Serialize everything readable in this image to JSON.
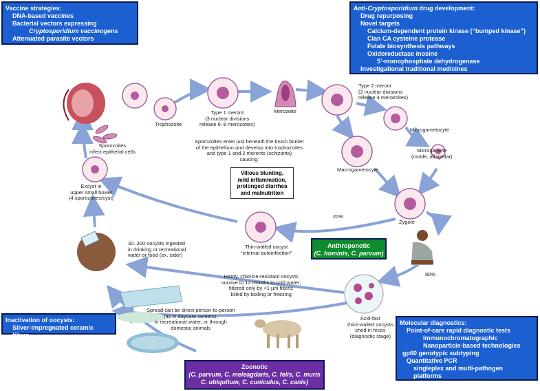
{
  "vaccine_box": {
    "title": "Vaccine strategies:",
    "items": [
      "DNA-based vaccines",
      "Bacterial vectors expressing",
      "Cryptosporidium vaccinogens",
      "Attenuated parasite vectors"
    ]
  },
  "drug_box": {
    "title_prefix": "Anti-",
    "title_italic": "Cryptosporidium",
    "title_suffix": " drug development:",
    "items": [
      "Drug repurposing",
      "Novel targets",
      "Calcium-dependent protein kinase (“bumped kinase”)",
      "Clan CA cysteine protease",
      "Folate biosynthesis pathways",
      "Oxidoreductase inosine",
      "5’-monophosphate dehydrogenase",
      "Investigational traditional medicines"
    ]
  },
  "inactivation_box": {
    "title": "Inactivation of oocysts:",
    "items": [
      "Silver-impregnated ceramic filters"
    ]
  },
  "anthroponotic_box": {
    "title": "Anthroponotic",
    "species": "(C. hominis, C. parvum)"
  },
  "zoonotic_box": {
    "title": "Zoonotic",
    "line1": "(C. parvum, C. meleagdaris, C. felis, C. muris",
    "line2": "C. ubiquitum, C. cuniculus, C. canis)"
  },
  "molecular_box": {
    "title": "Molecular diagnostics:",
    "items": [
      "Point-of-care rapid diagnostic tests",
      "Immunochromatographic",
      "Nanoparticle-based technologies",
      "gp60 genotypic subtyping",
      "Quantitative PCR",
      "singleplex and multi-pathogen",
      "platforms"
    ]
  },
  "labels": {
    "trophozoite": "Trophozoite",
    "type1_meront": [
      "Type 1 meront",
      "(3 nuclear divisions",
      "release 6–8 merozoites)"
    ],
    "merozoite": "Merozoite",
    "type2_meront": [
      "Type 2 meront",
      "(2 nuclear divisions",
      "release 4 merozoites)"
    ],
    "microgametocyte": "Microgametocyte",
    "microgamete": [
      "Microgamete",
      "(motile, aflagellar)"
    ],
    "macrogametocyte": "Macrogametocyte",
    "zygote": "Zygote",
    "sporozoites": [
      "Sporozoites",
      "infect epithelial cells"
    ],
    "excyst": [
      "Excyst in",
      "upper small bowel",
      "(4 sporozoites/cyst)"
    ],
    "center_text": [
      "Sporozoites enter just beneath the brush border",
      "of the epithelium and develop into trophozoites",
      "and type 1 and 2 meronts (schizonts)",
      "causing:"
    ],
    "thin_walled": [
      "Thin-walled oocyst",
      "“internal autoinfection”"
    ],
    "pct20": "20%",
    "pct80": "80%",
    "oocysts_ingested": [
      "30–300 oocysts ingested",
      "in drinking or recreational",
      "water or food (ex. cider)"
    ],
    "hardy": [
      "Hardy, chlorine-resistant oocysts",
      "survive to 12 months in cold water;",
      "filtered only by <1 µm filters;",
      "killed by boiling or freezing"
    ],
    "spread": [
      "Spread can be direct person-to-person",
      "(as in daycare centers),",
      "in recreational water, or through",
      "domestic animals"
    ],
    "acid_fast": [
      "Acid-fast",
      "thick-walled oocysts",
      "shed in feces",
      "(diagnostic stage)"
    ]
  },
  "callout": [
    "Villous blunting,",
    "mild inflammation,",
    "prolonged diarrhea",
    "and malnutrition"
  ]
}
